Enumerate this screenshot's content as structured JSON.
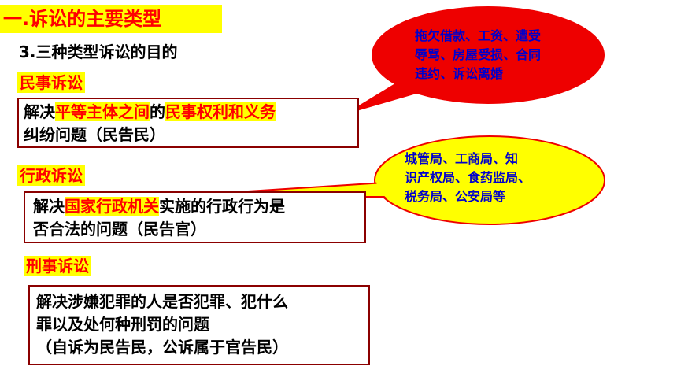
{
  "header": {
    "title": "一.诉讼的主要类型",
    "subtitle": "3.三种类型诉讼的目的"
  },
  "civil": {
    "tag": "民事诉讼",
    "line1_pre": "解决",
    "line1_hl1": "平等主体之间",
    "line1_mid": "的",
    "line1_hl2": "民事权利和义务",
    "line2": "纠纷问题（民告民）"
  },
  "admin": {
    "tag": "行政诉讼",
    "line1_pre": "解决",
    "line1_hl": "国家行政机关",
    "line1_post": "实施的行政行为是",
    "line2": "否合法的问题（民告官）"
  },
  "criminal": {
    "tag": "刑事诉讼",
    "line1": "解决涉嫌犯罪的人是否犯罪、犯什么",
    "line2": "罪以及处何种刑罚的问题",
    "line3": "（自诉为民告民，公诉属于官告民）"
  },
  "callout_red": {
    "lines": [
      "拖欠借款、工资、遭受",
      "辱骂、房屋受损、合同",
      "违约、诉讼离婚"
    ],
    "fill": "#ee0000"
  },
  "callout_yellow": {
    "lines": [
      "城管局、工商局、知",
      "识产权局、食药监局、",
      "税务局、公安局等"
    ],
    "fill": "#ffff00"
  },
  "colors": {
    "highlight_bg": "#ffff00",
    "highlight_text": "#ff0000",
    "box_border": "#8b0000",
    "bubble_text": "#0000cc"
  }
}
